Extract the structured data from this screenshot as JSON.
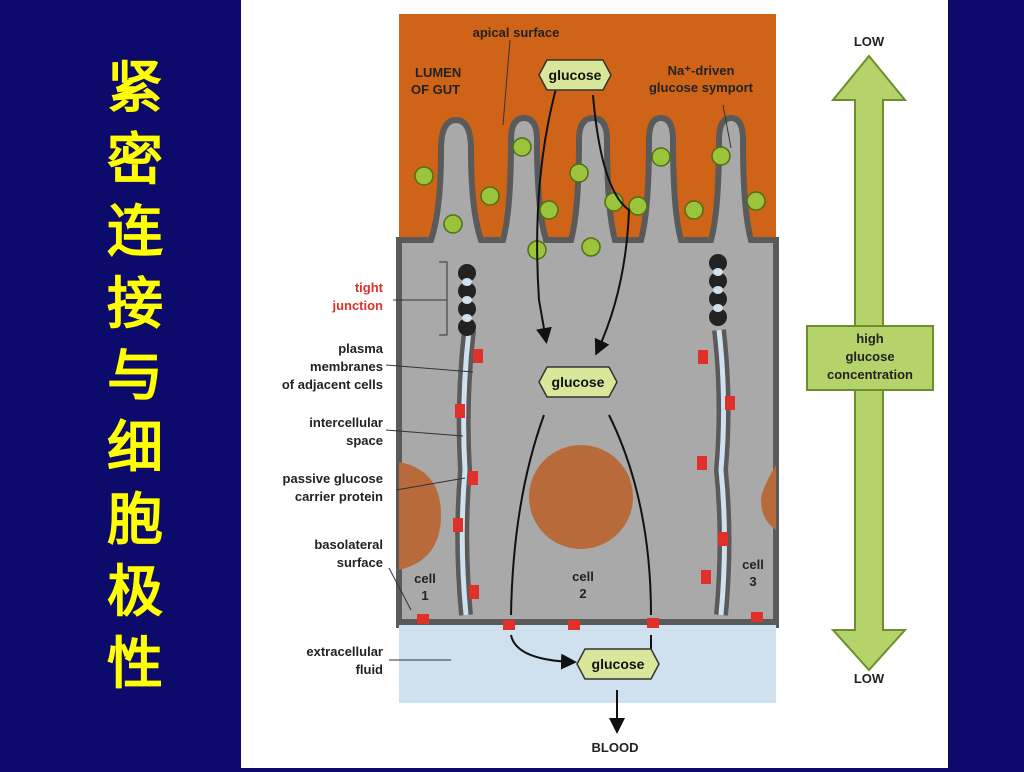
{
  "title_chars": [
    "紧",
    "密",
    "连",
    "接",
    "与",
    "细",
    "胞",
    "极",
    "性"
  ],
  "labels": {
    "apical_surface": "apical surface",
    "lumen_1": "LUMEN",
    "lumen_2": "OF GUT",
    "glucose_top": "glucose",
    "symport_1": "Na⁺-driven",
    "symport_2": "glucose symport",
    "tight_1": "tight",
    "tight_2": "junction",
    "plasma_1": "plasma",
    "plasma_2": "membranes",
    "plasma_3": "of adjacent cells",
    "inter_1": "intercellular",
    "inter_2": "space",
    "passive_1": "passive glucose",
    "passive_2": "carrier protein",
    "baso_1": "basolateral",
    "baso_2": "surface",
    "extra_1": "extracellular",
    "extra_2": "fluid",
    "glucose_mid": "glucose",
    "glucose_bottom": "glucose",
    "cell1_a": "cell",
    "cell1_b": "1",
    "cell2_a": "cell",
    "cell2_b": "2",
    "cell3_a": "cell",
    "cell3_b": "3",
    "blood": "BLOOD",
    "low_top": "LOW",
    "low_bottom": "LOW",
    "high_1": "high",
    "high_2": "glucose",
    "high_3": "concentration"
  },
  "colors": {
    "background": "#0c0b6b",
    "title": "#ffff00",
    "lumen": "#cf6418",
    "cytoplasm": "#a9a9a9",
    "membrane": "#5a5a5a",
    "extracellular": "#cfe0ef",
    "nucleus": "#b86a3a",
    "glucose_box": "#d9e79a",
    "gradient_arrow": "#b4d36a",
    "symport": "#9bc43a",
    "carrier": "#e0302a",
    "tight_junction_label": "#e0302a"
  }
}
